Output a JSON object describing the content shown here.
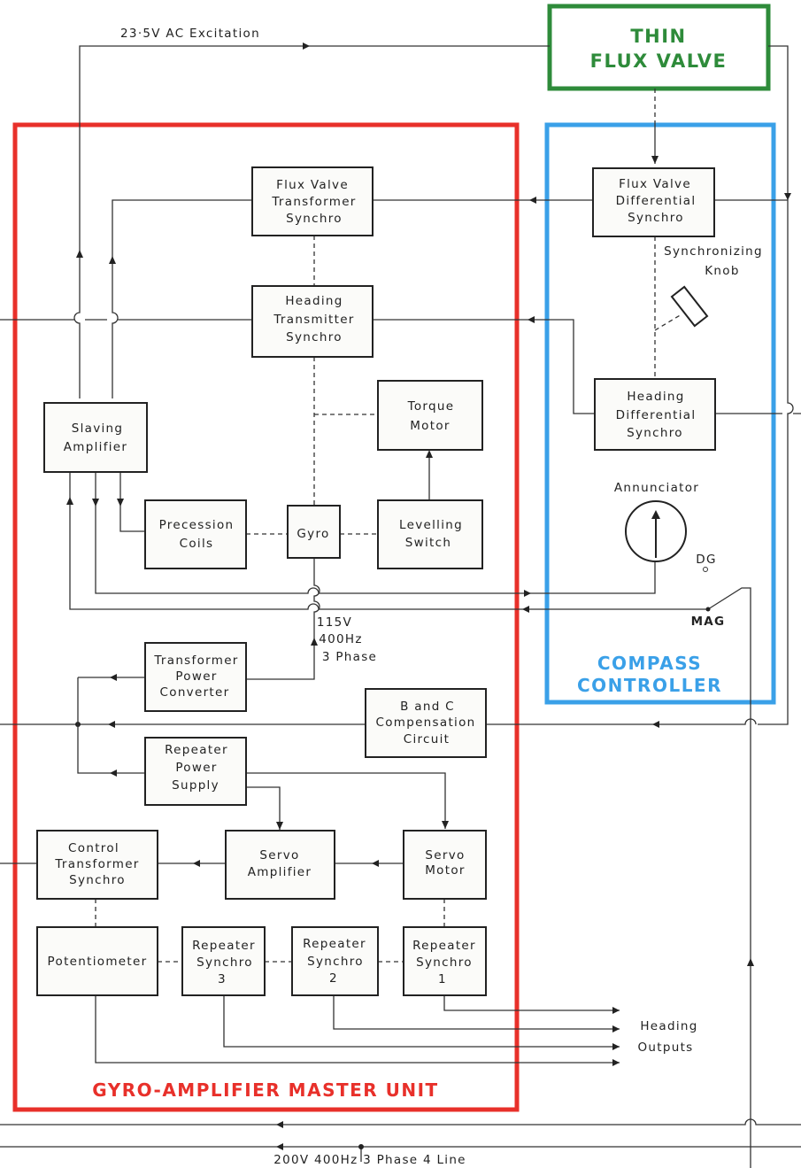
{
  "diagram": {
    "flux_valve_title": [
      "THIN",
      "FLUX VALVE"
    ],
    "compass_controller_title": [
      "COMPASS",
      "CONTROLLER"
    ],
    "master_unit_title": "GYRO-AMPLIFIER MASTER UNIT",
    "excitation_label": "23·5V AC Excitation",
    "power_label": "200V 400Hz 3 Phase 4 Line",
    "supply_label": [
      "115V",
      "400Hz",
      "3 Phase"
    ],
    "outputs_label": [
      "Heading",
      "Outputs"
    ],
    "annunciator_label": "Annunciator",
    "knob_label": [
      "Synchronizing",
      "Knob"
    ],
    "switch_dg": "DG",
    "switch_mag": "MAG",
    "blocks": {
      "fv_transformer": [
        "Flux Valve",
        "Transformer",
        "Synchro"
      ],
      "fv_differential": [
        "Flux Valve",
        "Differential",
        "Synchro"
      ],
      "heading_transmitter": [
        "Heading",
        "Transmitter",
        "Synchro"
      ],
      "heading_differential": [
        "Heading",
        "Differential",
        "Synchro"
      ],
      "torque_motor": [
        "Torque",
        "Motor"
      ],
      "slaving_amplifier": [
        "Slaving",
        "Amplifier"
      ],
      "precession_coils": [
        "Precession",
        "Coils"
      ],
      "gyro": [
        "Gyro"
      ],
      "levelling_switch": [
        "Levelling",
        "Switch"
      ],
      "transformer_power_converter": [
        "Transformer",
        "Power",
        "Converter"
      ],
      "b_and_c": [
        "B and C",
        "Compensation",
        "Circuit"
      ],
      "repeater_power_supply": [
        "Repeater",
        "Power",
        "Supply"
      ],
      "control_transformer": [
        "Control",
        "Transformer",
        "Synchro"
      ],
      "servo_amplifier": [
        "Servo",
        "Amplifier"
      ],
      "servo_motor": [
        "Servo",
        "Motor"
      ],
      "potentiometer": [
        "Potentiometer"
      ],
      "repeater_3": [
        "Repeater",
        "Synchro",
        "3"
      ],
      "repeater_2": [
        "Repeater",
        "Synchro",
        "2"
      ],
      "repeater_1": [
        "Repeater",
        "Synchro",
        "1"
      ]
    },
    "colors": {
      "flux_valve_border": "#2e8b3a",
      "compass_border": "#3aa0e8",
      "master_border": "#e8302a",
      "line": "#333333"
    }
  }
}
